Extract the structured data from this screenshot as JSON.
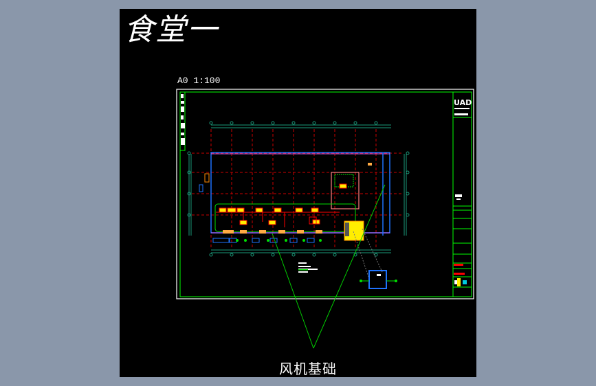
{
  "drawing": {
    "title": "食堂一",
    "sheet_scale": "A0 1:100",
    "callout_label": "风机基础",
    "logo_text": "UAD",
    "background_color": "#000000",
    "frame_color": "#00ff00",
    "outer_frame_color": "#ffffff",
    "viewport_bg": "#8a97aa"
  },
  "layers": {
    "axis_grid": "#cc0000",
    "axis_lines": "#1a9a7a",
    "wall": "#1e73ff",
    "duct": "#00e000",
    "equipment": "#ffee00",
    "partition": "#ff8080",
    "leader": "#00cc00"
  }
}
